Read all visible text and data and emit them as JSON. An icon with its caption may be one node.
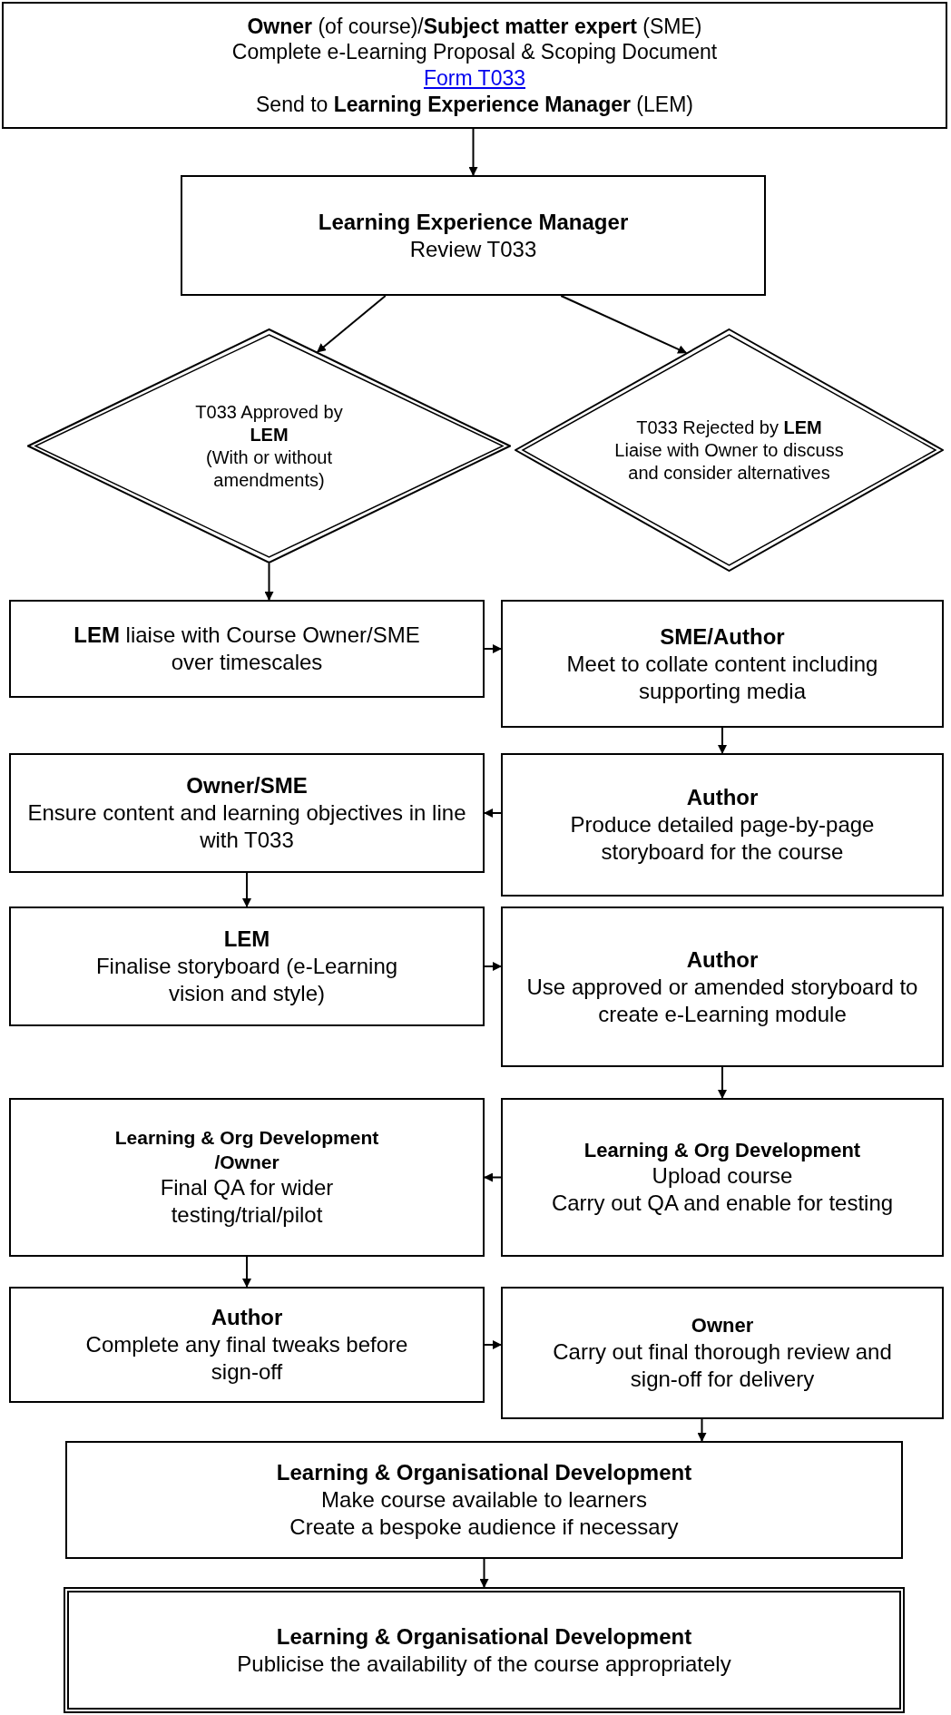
{
  "diagram": {
    "nodes": [
      {
        "text": [
          "**Owner** (of course)/**Subject matter expert** (SME)",
          "Complete e-Learning Proposal & Scoping Document",
          "Form T033",
          "Send to **Learning Experience Manager** (LEM)"
        ]
      },
      {
        "text": [
          "Learning Experience Manager",
          "Review T033"
        ]
      },
      {
        "text": [
          "T033 Approved by **LEM**",
          "(With or without amendments)"
        ]
      },
      {
        "text": [
          "T033 Rejected by **LEM**",
          "Liaise with Owner to discuss and consider alternatives"
        ]
      },
      {
        "text": [
          "**LEM** liaise with Course Owner/SME over timescales"
        ]
      },
      {
        "text": [
          "SME/Author",
          "Meet to collate content including supporting media"
        ]
      },
      {
        "text": [
          "Author",
          "Produce detailed page-by-page storyboard for the course"
        ]
      },
      {
        "text": [
          "Owner/SME",
          "Ensure content and learning objectives in line with T033"
        ]
      },
      {
        "text": [
          "LEM",
          "Finalise storyboard (e-Learning vision and style)"
        ]
      },
      {
        "text": [
          "Author",
          "Use approved or amended storyboard to create e-Learning module"
        ]
      },
      {
        "text": [
          "Learning & Org Development",
          "Upload course",
          "Carry out QA and enable for testing"
        ]
      },
      {
        "text": [
          "Learning & Org Development /Owner",
          "Final QA for wider testing/trial/pilot"
        ]
      },
      {
        "text": [
          "Author",
          "Complete any final tweaks before sign-off"
        ]
      },
      {
        "text": [
          "Owner",
          "Carry out final thorough review and sign-off for delivery"
        ]
      },
      {
        "text": [
          "Learning & Organisational Development",
          "Make course available to learners",
          "Create a bespoke audience if necessary"
        ]
      },
      {
        "text": [
          "Learning & Organisational Development",
          "Publicise the availability of the course appropriately"
        ]
      }
    ],
    "edges": [
      {
        "from": 0,
        "to": 1,
        "arrow": "to"
      },
      {
        "from": 1,
        "to": 2,
        "arrow": "to"
      },
      {
        "from": 1,
        "to": 3,
        "arrow": "to"
      },
      {
        "from": 2,
        "to": 4,
        "arrow": "to"
      },
      {
        "from": 4,
        "to": 5,
        "arrow": "to"
      },
      {
        "from": 5,
        "to": 6,
        "arrow": "to"
      },
      {
        "from": 6,
        "to": 7,
        "arrow": "to"
      },
      {
        "from": 7,
        "to": 8,
        "arrow": "to"
      },
      {
        "from": 8,
        "to": 9,
        "arrow": "to"
      },
      {
        "from": 9,
        "to": 10,
        "arrow": "to"
      },
      {
        "from": 10,
        "to": 11,
        "arrow": "to"
      },
      {
        "from": 11,
        "to": 12,
        "arrow": "to"
      },
      {
        "from": 12,
        "to": 13,
        "arrow": "to"
      },
      {
        "from": 13,
        "to": 14,
        "arrow": "to"
      },
      {
        "from": 14,
        "to": 15,
        "arrow": "to"
      }
    ]
  }
}
